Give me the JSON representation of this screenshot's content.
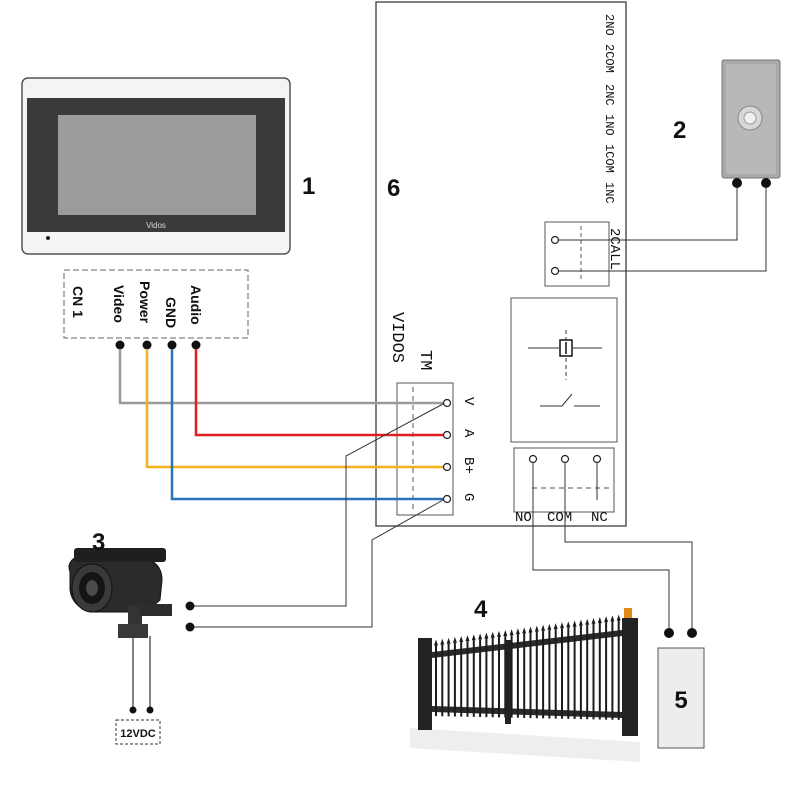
{
  "callouts": {
    "monitor": "1",
    "bell": "2",
    "camera": "3",
    "gate": "4",
    "gate_box": "5",
    "module": "6"
  },
  "monitor": {
    "brand": "Vidos"
  },
  "connector": {
    "name": "CN 1",
    "pins": [
      "Video",
      "Power",
      "GND",
      "Audio"
    ]
  },
  "module": {
    "top_terminals": [
      "2NO",
      "2COM",
      "2NC",
      "1NO",
      "1COM",
      "1NC"
    ],
    "call_label": "2CALL",
    "brand": "VIDOS",
    "model": "TM",
    "bus_terminals": [
      "V",
      "A",
      "B+",
      "G"
    ],
    "relay_terminals": [
      "NO",
      "COM",
      "NC"
    ]
  },
  "power_supply": {
    "label": "12VDC"
  },
  "colors": {
    "video_wire": "#9a9a9a",
    "audio_wire": "#e02020",
    "power_wire": "#f2b01e",
    "gnd_wire": "#2a73b8",
    "line": "#333333"
  }
}
